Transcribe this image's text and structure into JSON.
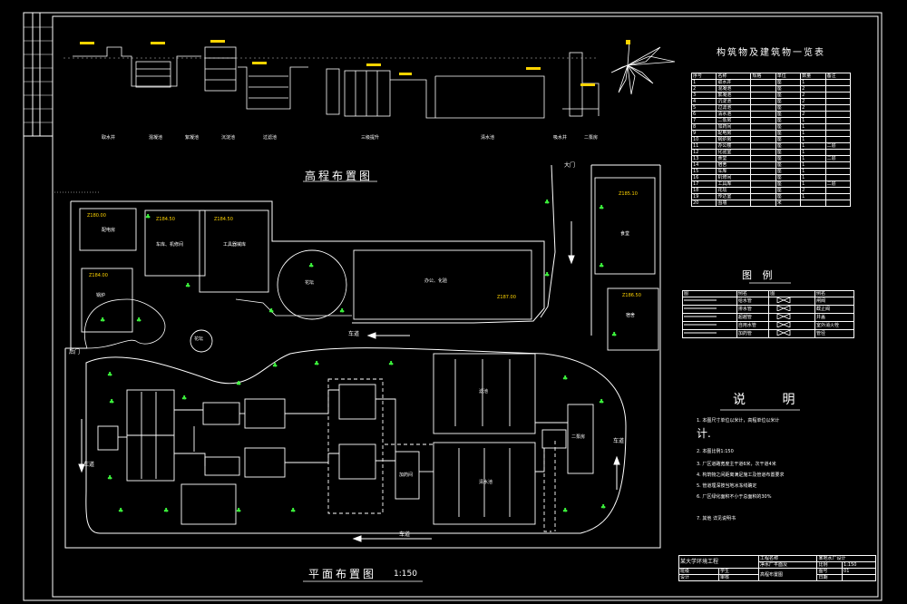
{
  "drawing": {
    "profile_title": "高程布置图",
    "plan_title": "平面布置图",
    "plan_scale": "1:150",
    "roads": [
      "车道",
      "车道",
      "车道",
      "车道"
    ],
    "gates": {
      "main": "大门",
      "side": "后门"
    },
    "elevation_stations": [
      "取水井",
      "混凝池",
      "絮凝池",
      "沉淀池",
      "过滤池",
      "三级提升",
      "清水池",
      "吸水井",
      "二泵房"
    ],
    "buildings": [
      {
        "id": "b1",
        "name": "配电房",
        "elev": "Z180.00"
      },
      {
        "id": "b2",
        "name": "车库、机修间",
        "elev": "Z184.50"
      },
      {
        "id": "b3",
        "name": "工具器械库",
        "elev": "Z184.50"
      },
      {
        "id": "b4",
        "name": "锅炉",
        "elev": "Z184.00"
      },
      {
        "id": "b5",
        "name": "花坛",
        "elev": ""
      },
      {
        "id": "b6",
        "name": "办公、化验",
        "elev": "Z187.00"
      },
      {
        "id": "b7",
        "name": "食堂",
        "elev": "Z185.10"
      },
      {
        "id": "b8",
        "name": "宿舍",
        "elev": "Z186.50"
      },
      {
        "id": "b9",
        "name": "加药间",
        "elev": ""
      },
      {
        "id": "b10",
        "name": "滤池",
        "elev": ""
      },
      {
        "id": "b11",
        "name": "清水池",
        "elev": ""
      },
      {
        "id": "b12",
        "name": "二泵房",
        "elev": ""
      },
      {
        "id": "b13",
        "name": "花坛",
        "elev": ""
      }
    ]
  },
  "schedule": {
    "title": "构筑物及建筑物一览表",
    "headers": [
      "序号",
      "名称",
      "规格",
      "单位",
      "数量",
      "备注"
    ],
    "rows": [
      [
        "1",
        "取水井",
        "",
        "座",
        "1",
        ""
      ],
      [
        "2",
        "混凝池",
        "",
        "座",
        "2",
        ""
      ],
      [
        "3",
        "絮凝池",
        "",
        "座",
        "2",
        ""
      ],
      [
        "4",
        "沉淀池",
        "",
        "座",
        "2",
        ""
      ],
      [
        "5",
        "过滤池",
        "",
        "座",
        "2",
        ""
      ],
      [
        "6",
        "清水池",
        "",
        "座",
        "2",
        ""
      ],
      [
        "7",
        "二泵房",
        "",
        "座",
        "1",
        ""
      ],
      [
        "8",
        "加药间",
        "",
        "座",
        "1",
        ""
      ],
      [
        "9",
        "配电房",
        "",
        "座",
        "1",
        ""
      ],
      [
        "10",
        "锅炉房",
        "",
        "座",
        "1",
        ""
      ],
      [
        "11",
        "办公楼",
        "",
        "座",
        "1",
        "二层"
      ],
      [
        "12",
        "化验室",
        "",
        "座",
        "1",
        ""
      ],
      [
        "13",
        "食堂",
        "",
        "座",
        "1",
        "二层"
      ],
      [
        "14",
        "宿舍",
        "",
        "座",
        "1",
        ""
      ],
      [
        "15",
        "车库",
        "",
        "座",
        "1",
        ""
      ],
      [
        "16",
        "机修间",
        "",
        "座",
        "1",
        ""
      ],
      [
        "17",
        "工具库",
        "",
        "座",
        "1",
        "二层"
      ],
      [
        "18",
        "花坛",
        "",
        "座",
        "2",
        ""
      ],
      [
        "19",
        "传达室",
        "",
        "座",
        "1",
        ""
      ],
      [
        "20",
        "围墙",
        "",
        "米",
        "",
        ""
      ]
    ]
  },
  "legend": {
    "title": "图 例",
    "headers": [
      "图",
      "例名",
      "图",
      "例名"
    ],
    "rows": [
      [
        "给水管",
        "闸阀"
      ],
      [
        "排水管",
        "截止阀"
      ],
      [
        "超越管",
        "井盖"
      ],
      [
        "自用水管",
        "室外消火栓"
      ],
      [
        "加药管",
        "管径"
      ]
    ]
  },
  "notes": {
    "title": "说 明",
    "items": [
      "1. 本图尺寸单位以米计，高程单位以米计",
      "2. 本图比例1:150",
      "3. 厂区道路宽度主干道6米，次干道4米",
      "4. 构筑物之间距离满足施工及管道布置要求",
      "5. 管道埋深按当地冰冻线确定",
      "6. 厂区绿化面积不小于总面积的30%",
      "7. 其他 详见说明书"
    ],
    "big_word": "计."
  },
  "title_block": {
    "project_label": "工程名称",
    "project_name": "某地水厂设计",
    "drawing_label": "净水厂平面及",
    "drawing_name": "高程布置图",
    "school": "某大学环境工程",
    "designer_label": "设计",
    "check_label": "审核",
    "class_label": "班级",
    "student_label": "学生",
    "scale_label": "比例",
    "sheet_label": "图号",
    "date_label": "日期",
    "no_label": "01"
  },
  "colors": {
    "line": "#ffffff",
    "yellow": "#ffd400",
    "green": "#3fff3f"
  }
}
